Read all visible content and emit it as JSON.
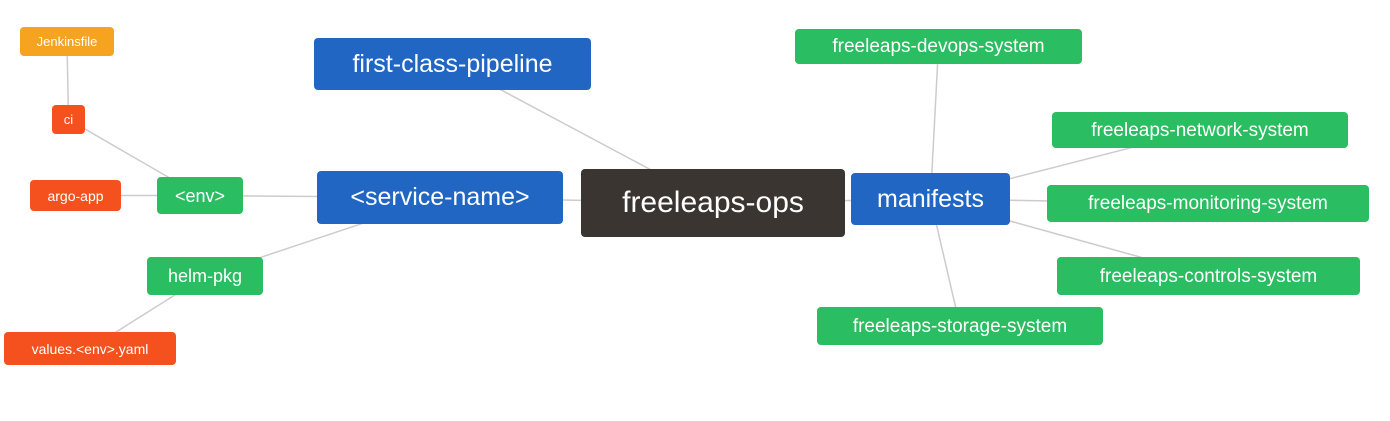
{
  "diagram_type": "mindmap",
  "root": "freeleaps-ops",
  "colors": {
    "blue": "#2266c4",
    "green": "#2abd62",
    "orange": "#f6a41f",
    "red": "#f4511e",
    "dark": "#3a3531",
    "line": "#cccccc"
  },
  "nodes": {
    "jenkinsfile": {
      "label": "Jenkinsfile",
      "color": "orange"
    },
    "ci": {
      "label": "ci",
      "color": "red"
    },
    "argo_app": {
      "label": "argo-app",
      "color": "red"
    },
    "env": {
      "label": "<env>",
      "color": "green"
    },
    "helm_pkg": {
      "label": "helm-pkg",
      "color": "green"
    },
    "values_env_yaml": {
      "label": "values.<env>.yaml",
      "color": "red"
    },
    "first_class_pipeline": {
      "label": "first-class-pipeline",
      "color": "blue"
    },
    "service_name": {
      "label": "<service-name>",
      "color": "blue"
    },
    "freeleaps_ops": {
      "label": "freeleaps-ops",
      "color": "dark"
    },
    "manifests": {
      "label": "manifests",
      "color": "blue"
    },
    "devops_system": {
      "label": "freeleaps-devops-system",
      "color": "green"
    },
    "network_system": {
      "label": "freeleaps-network-system",
      "color": "green"
    },
    "monitoring_system": {
      "label": "freeleaps-monitoring-system",
      "color": "green"
    },
    "controls_system": {
      "label": "freeleaps-controls-system",
      "color": "green"
    },
    "storage_system": {
      "label": "freeleaps-storage-system",
      "color": "green"
    }
  },
  "edges": [
    [
      "jenkinsfile",
      "ci"
    ],
    [
      "ci",
      "env"
    ],
    [
      "argo_app",
      "env"
    ],
    [
      "env",
      "service_name"
    ],
    [
      "values_env_yaml",
      "helm_pkg"
    ],
    [
      "helm_pkg",
      "service_name"
    ],
    [
      "first_class_pipeline",
      "freeleaps_ops"
    ],
    [
      "service_name",
      "freeleaps_ops"
    ],
    [
      "freeleaps_ops",
      "manifests"
    ],
    [
      "manifests",
      "devops_system"
    ],
    [
      "manifests",
      "network_system"
    ],
    [
      "manifests",
      "monitoring_system"
    ],
    [
      "manifests",
      "controls_system"
    ],
    [
      "manifests",
      "storage_system"
    ]
  ]
}
